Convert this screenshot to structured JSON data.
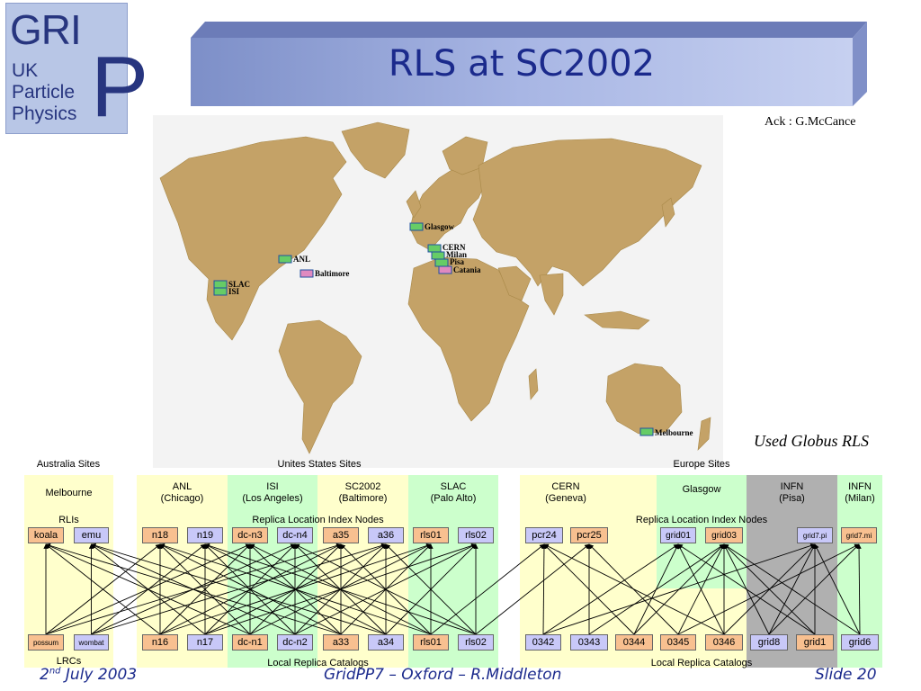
{
  "logo": {
    "grip": "GRI",
    "big_p": "P",
    "line1": "UK",
    "line2": "Particle",
    "line3": "Physics"
  },
  "title": "RLS at SC2002",
  "ack": "Ack : G.McCance",
  "used_globus": "Used Globus RLS",
  "map": {
    "markers": {
      "glasgow": "Glasgow",
      "cern": "CERN",
      "milan": "Milan",
      "pisa": "Pisa",
      "catania": "Catania",
      "anl": "ANL",
      "baltimore": "Baltimore",
      "slac": "SLAC",
      "isi": "ISI",
      "melbourne": "Melbourne"
    }
  },
  "regions": {
    "australia": "Australia Sites",
    "us": "Unites States Sites",
    "europe": "Europe Sites"
  },
  "sites": {
    "melbourne": "Melbourne",
    "anl": [
      "ANL",
      "(Chicago)"
    ],
    "isi": [
      "ISI",
      "(Los Angeles)"
    ],
    "sc2002": [
      "SC2002",
      "(Baltimore)"
    ],
    "slac": [
      "SLAC",
      "(Palo Alto)"
    ],
    "cern": [
      "CERN",
      "(Geneva)"
    ],
    "glasgow": "Glasgow",
    "infn_pisa": [
      "INFN",
      "(Pisa)"
    ],
    "infn_milan": [
      "INFN",
      "(Milan)"
    ]
  },
  "group_labels": {
    "rlis": "RLIs",
    "us_rli": "Replica Location Index Nodes",
    "eu_rli": "Replica Location Index Nodes",
    "lrcs": "LRCs",
    "us_lrc": "Local Replica Catalogs",
    "eu_lrc": "Local Replica Catalogs"
  },
  "rli_nodes": [
    "koala",
    "emu",
    "n18",
    "n19",
    "dc-n3",
    "dc-n4",
    "a35",
    "a36",
    "rls01",
    "rls02",
    "pcr24",
    "pcr25",
    "grid01",
    "grid03",
    "grid7.pi",
    "grid7.mi"
  ],
  "lrc_nodes": [
    "possum",
    "wombat",
    "n16",
    "n17",
    "dc-n1",
    "dc-n2",
    "a33",
    "a34",
    "rls01",
    "rls02",
    "0342",
    "0343",
    "0344",
    "0345",
    "0346",
    "grid8",
    "grid1",
    "grid6"
  ],
  "footer": {
    "date_day": "2",
    "date_suffix": "nd",
    "date_rest": " July 2003",
    "center": "GridPP7 – Oxford – R.Middleton",
    "slide": "Slide 20"
  },
  "colors": {
    "title": "#1b2a8c",
    "yellow_bg": "#ffffcc",
    "green_bg": "#ccffcc",
    "grey_bg": "#b0b0b0",
    "land": "#c4a267",
    "node_lavender": "#c8c8f8",
    "node_orange": "#f8c090"
  }
}
